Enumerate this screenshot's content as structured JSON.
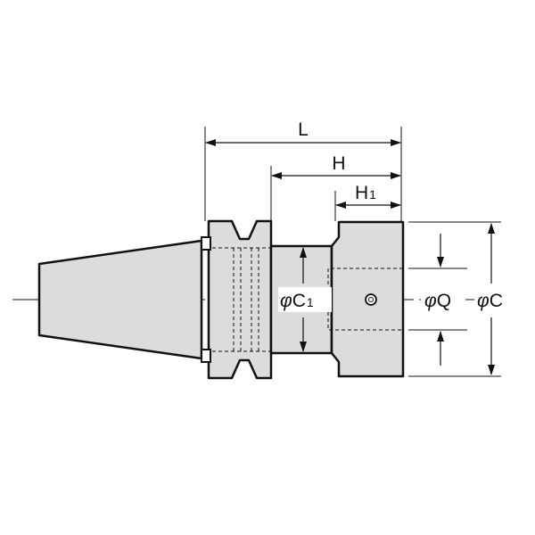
{
  "labels": {
    "L": "L",
    "H": "H",
    "H1_main": "H",
    "H1_sub": "1",
    "C1_phi": "φ",
    "C1_main": "C",
    "C1_sub": "1",
    "Q_phi": "φ",
    "Q_main": "Q",
    "C_phi": "φ",
    "C_main": "C"
  },
  "colors": {
    "line": "#111111",
    "body_fill": "#dcdcdc",
    "background": "#ffffff"
  }
}
